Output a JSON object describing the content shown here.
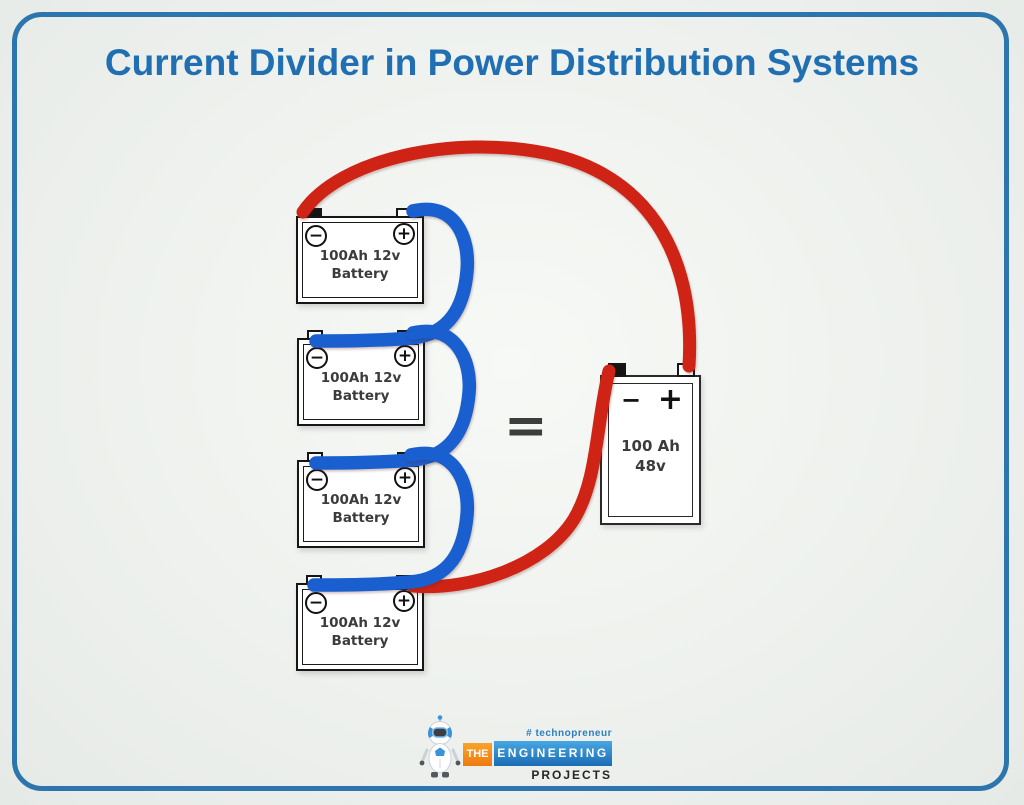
{
  "title": "Current Divider in Power Distribution Systems",
  "equals_sign": "=",
  "series_batteries": [
    {
      "line1": "100Ah 12v",
      "line2": "Battery",
      "minus": "−",
      "plus": "+"
    },
    {
      "line1": "100Ah 12v",
      "line2": "Battery",
      "minus": "−",
      "plus": "+"
    },
    {
      "line1": "100Ah 12v",
      "line2": "Battery",
      "minus": "−",
      "plus": "+"
    },
    {
      "line1": "100Ah 12v",
      "line2": "Battery",
      "minus": "−",
      "plus": "+"
    }
  ],
  "equivalent_battery": {
    "line1": "100 Ah",
    "line2": "48v",
    "minus": "−",
    "plus": "+"
  },
  "colors": {
    "cable_red": "#cf2315",
    "cable_blue": "#1a5fd0",
    "card_border_blue": "#2d76ad",
    "title_blue": "#1f6fb2",
    "logo_orange": "#f28a1c",
    "logo_blue": "#2f8fd4"
  },
  "logo": {
    "hashtag": "# technopreneur",
    "word_the": "THE",
    "word_engineering": "ENGINEERING",
    "word_projects": "PROJECTS",
    "robot_icon": "robot-mascot-icon"
  }
}
